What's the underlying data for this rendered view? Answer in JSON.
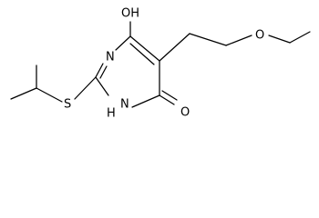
{
  "structure": {
    "atoms": {
      "hydroxyl": "OH",
      "ring_nitrogen_top": "N",
      "ring_nitrogen_bottom": "N",
      "amide_hydrogen": "H",
      "carbonyl_oxygen": "O",
      "sulfur": "S",
      "ether_oxygen": "O"
    }
  }
}
